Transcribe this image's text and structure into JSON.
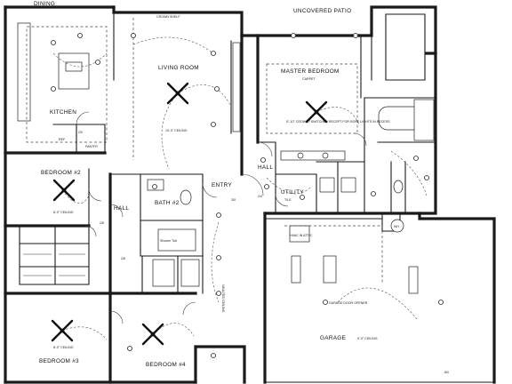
{
  "rooms": {
    "dining": "DINING",
    "kitchen": "KITCHEN",
    "living_room": "LIVING ROOM",
    "uncovered_patio": "UNCOVERED PATIO",
    "master_bedroom": "MASTER BEDROOM",
    "bedroom2": "BEDROOM #2",
    "bedroom3": "BEDROOM #3",
    "bedroom4": "BEDROOM #4",
    "hall_left": "HALL",
    "hall_right": "HALL",
    "bath2": "BATH #2",
    "entry": "ENTRY",
    "utility": "UTILITY",
    "garage": "GARAGE",
    "ref": "REF",
    "pantry": "PANTRY"
  },
  "notes": {
    "crown_shelf": "CROWN SHELF",
    "carpet": "CARPET",
    "tile": "TILE",
    "ceiling_8": "8'-0\" CEILING",
    "ceiling_10": "10'-0\" CEILING",
    "vaulted": "VAULTED CEILING",
    "master_crown": "5\"-10\" CROWN / SWITCHED RECEPT FOR ROPE LIGHTS IN RECESS",
    "shower_tub": "Shower Tub",
    "hvac_attic": "HVAC IN ATTIC",
    "water_heater": "WH",
    "garage_opener": "GARAGE DOOR OPENER",
    "garage_ceiling": "9'-0\" CEILING",
    "door_tags": [
      "2/0",
      "2/6",
      "2/8",
      "3/0",
      "2/4",
      "8/0"
    ]
  }
}
